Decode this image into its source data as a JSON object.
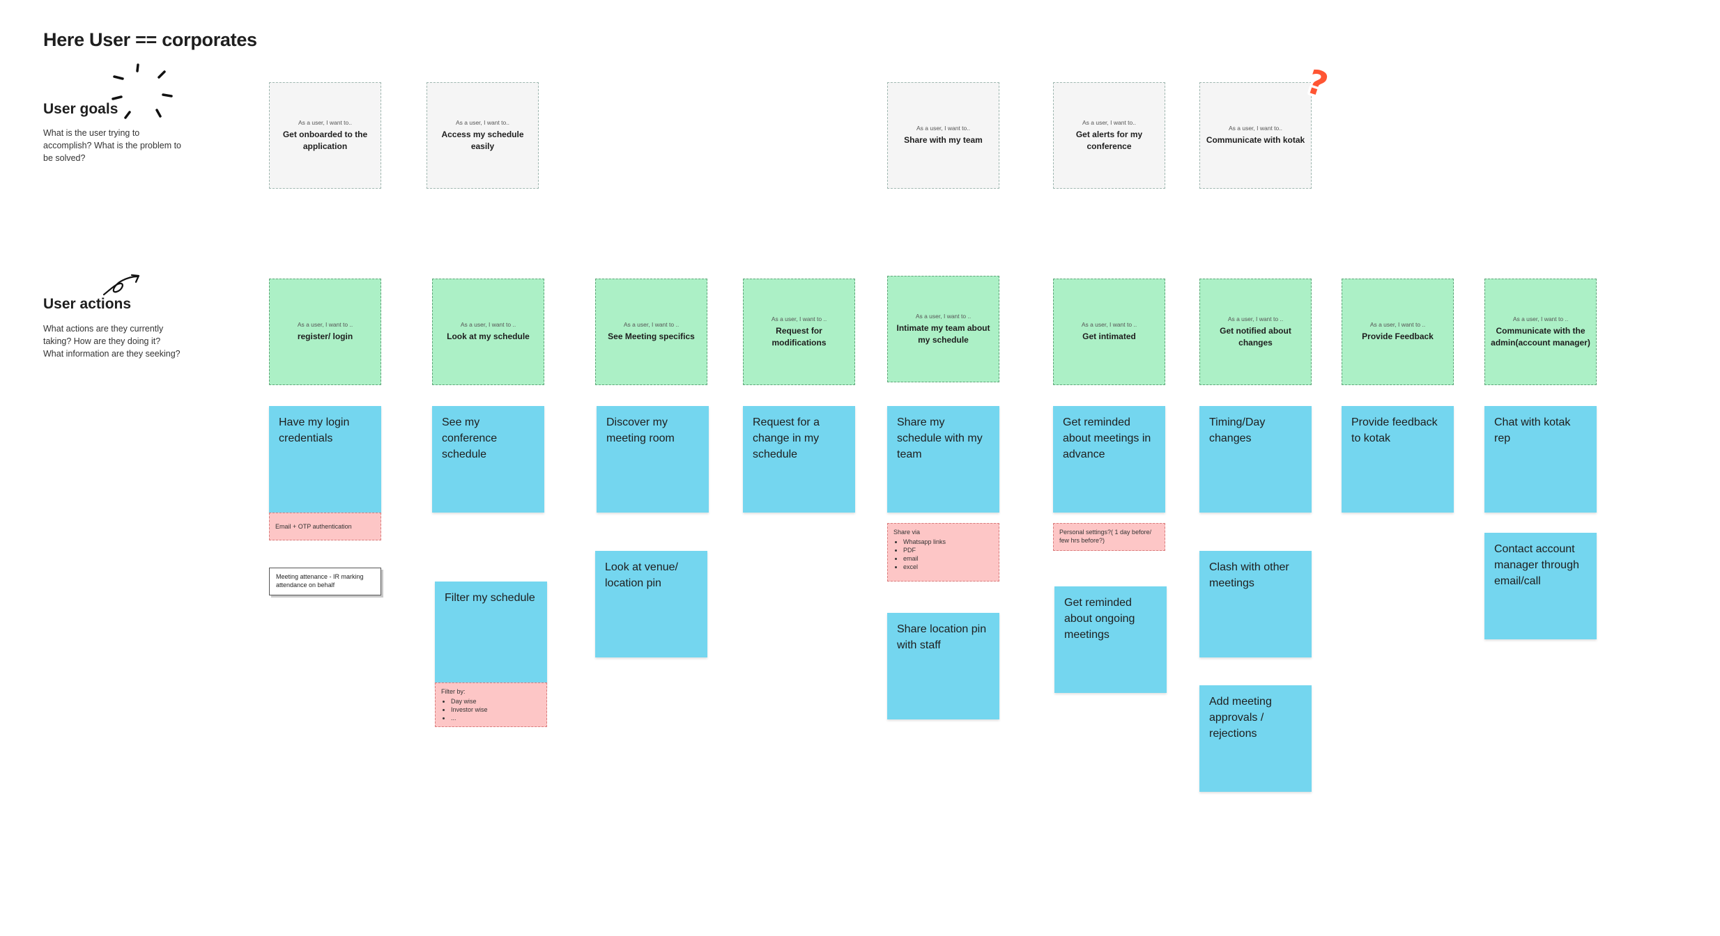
{
  "title": "Here User == corporates",
  "sections": {
    "goals": {
      "title": "User goals",
      "desc": "What is the user trying to accomplish? What is the problem to be solved?"
    },
    "actions": {
      "title": "User actions",
      "desc": "What actions are they currently taking? How are they doing it? What information are they seeking?"
    }
  },
  "goals": [
    {
      "pre": "As a user, I want to..",
      "text": "Get onboarded to the application"
    },
    {
      "pre": "As a user, I want to..",
      "text": "Access my schedule easily"
    },
    {
      "pre": "As a user, I want to..",
      "text": "Share with my team"
    },
    {
      "pre": "As a user, I want to..",
      "text": "Get alerts for my conference"
    },
    {
      "pre": "As a user, I want to..",
      "text": "Communicate with kotak"
    }
  ],
  "actions": [
    {
      "pre": "As a user, I want to ..",
      "text": "register/ login"
    },
    {
      "pre": "As a user, I want to ..",
      "text": "Look at my schedule"
    },
    {
      "pre": "As a user, I want to ..",
      "text": "See Meeting specifics"
    },
    {
      "pre": "As a user, I want to ..",
      "text": "Request for modifications"
    },
    {
      "pre": "As a user, I want to ..",
      "text": "Intimate my team about my schedule"
    },
    {
      "pre": "As a user, I want to ..",
      "text": "Get intimated"
    },
    {
      "pre": "As a user, I want to ..",
      "text": "Get notified about changes"
    },
    {
      "pre": "As a user, I want to ..",
      "text": "Provide Feedback"
    },
    {
      "pre": "As a user, I want to ..",
      "text": "Communicate with the admin(account manager)"
    }
  ],
  "notes": {
    "login_credentials": "Have my login credentials",
    "conference_schedule": "See my conference schedule",
    "meeting_room": "Discover my meeting room",
    "request_change": "Request for a change in my schedule",
    "share_schedule": "Share my schedule with my team",
    "reminded_advance": "Get reminded about meetings in advance",
    "timing_changes": "Timing/Day changes",
    "feedback_kotak": "Provide feedback to kotak",
    "chat_rep": "Chat with kotak rep",
    "filter_schedule": "Filter my schedule",
    "venue_pin": "Look at venue/ location pin",
    "location_staff": "Share location pin with staff",
    "reminded_ongoing": "Get reminded about ongoing meetings",
    "clash_meetings": "Clash with other meetings",
    "approvals": "Add meeting approvals / rejections",
    "contact_manager": "Contact account manager through email/call"
  },
  "pink_notes": {
    "email_otp": "Email + OTP authentication",
    "personal_settings": "Personal settings?( 1 day before/ few hrs before?)",
    "share_via": {
      "title": "Share via",
      "items": [
        "Whatsapp links",
        "PDF",
        "email",
        "excel"
      ]
    },
    "filter_by": {
      "title": "Filter by:",
      "items": [
        "Day wise",
        "Investor wise",
        "..."
      ]
    }
  },
  "white_note": "Meeting attenance - IR marking attendance on behalf",
  "question_mark": "?",
  "colors": {
    "goal_card": "#f5f5f5",
    "action_card": "#acf0c6",
    "sticky_blue": "#74d6ef",
    "sticky_pink": "#fdc6c6",
    "question_mark": "#ff5533"
  }
}
